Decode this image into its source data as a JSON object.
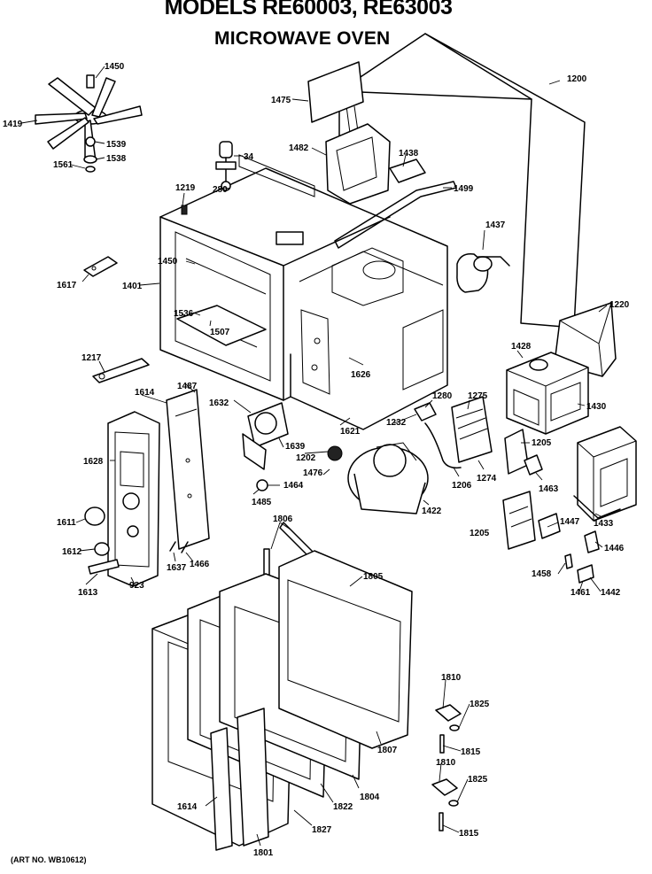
{
  "header": {
    "title_line1": "MODELS RE60003, RE63003",
    "title_line2": "MICROWAVE OVEN"
  },
  "footer": {
    "art_no": "(ART NO. WB10612)"
  },
  "part_labels": [
    "1450",
    "1419",
    "1539",
    "1538",
    "1561",
    "34",
    "280",
    "1219",
    "1475",
    "1200",
    "1482",
    "1438",
    "1499",
    "1437",
    "1617",
    "1401",
    "1536",
    "1507",
    "1217",
    "1614",
    "1487",
    "1632",
    "1626",
    "1280",
    "1275",
    "1428",
    "1220",
    "1430",
    "1232",
    "1621",
    "1628",
    "1639",
    "1202",
    "1205",
    "1476",
    "1464",
    "1485",
    "1206",
    "1274",
    "1463",
    "1433",
    "1422",
    "1611",
    "1612",
    "1613",
    "923",
    "1637",
    "1466",
    "1806",
    "1805",
    "1447",
    "1446",
    "1458",
    "1461",
    "1442",
    "1810",
    "1825",
    "1815",
    "1807",
    "1804",
    "1822",
    "1827",
    "1801"
  ]
}
